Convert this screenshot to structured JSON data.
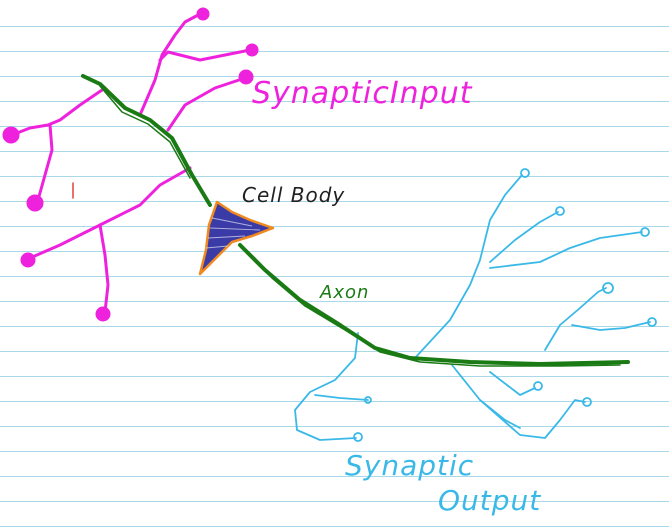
{
  "labels": {
    "synaptic_input": "SynapticInput",
    "cell_body": "Cell Body",
    "axon": "Axon",
    "synaptic_output_line1": "Synaptic",
    "synaptic_output_line2": "Output"
  },
  "colors": {
    "dendrites": "#ee22dd",
    "axon": "#1a7a14",
    "terminals": "#3ab9e8",
    "soma_fill": "#3b3ba8",
    "soma_outline": "#f08a1e",
    "cell_body_label": "#222222",
    "paper_lines": "#a9d9e8"
  }
}
